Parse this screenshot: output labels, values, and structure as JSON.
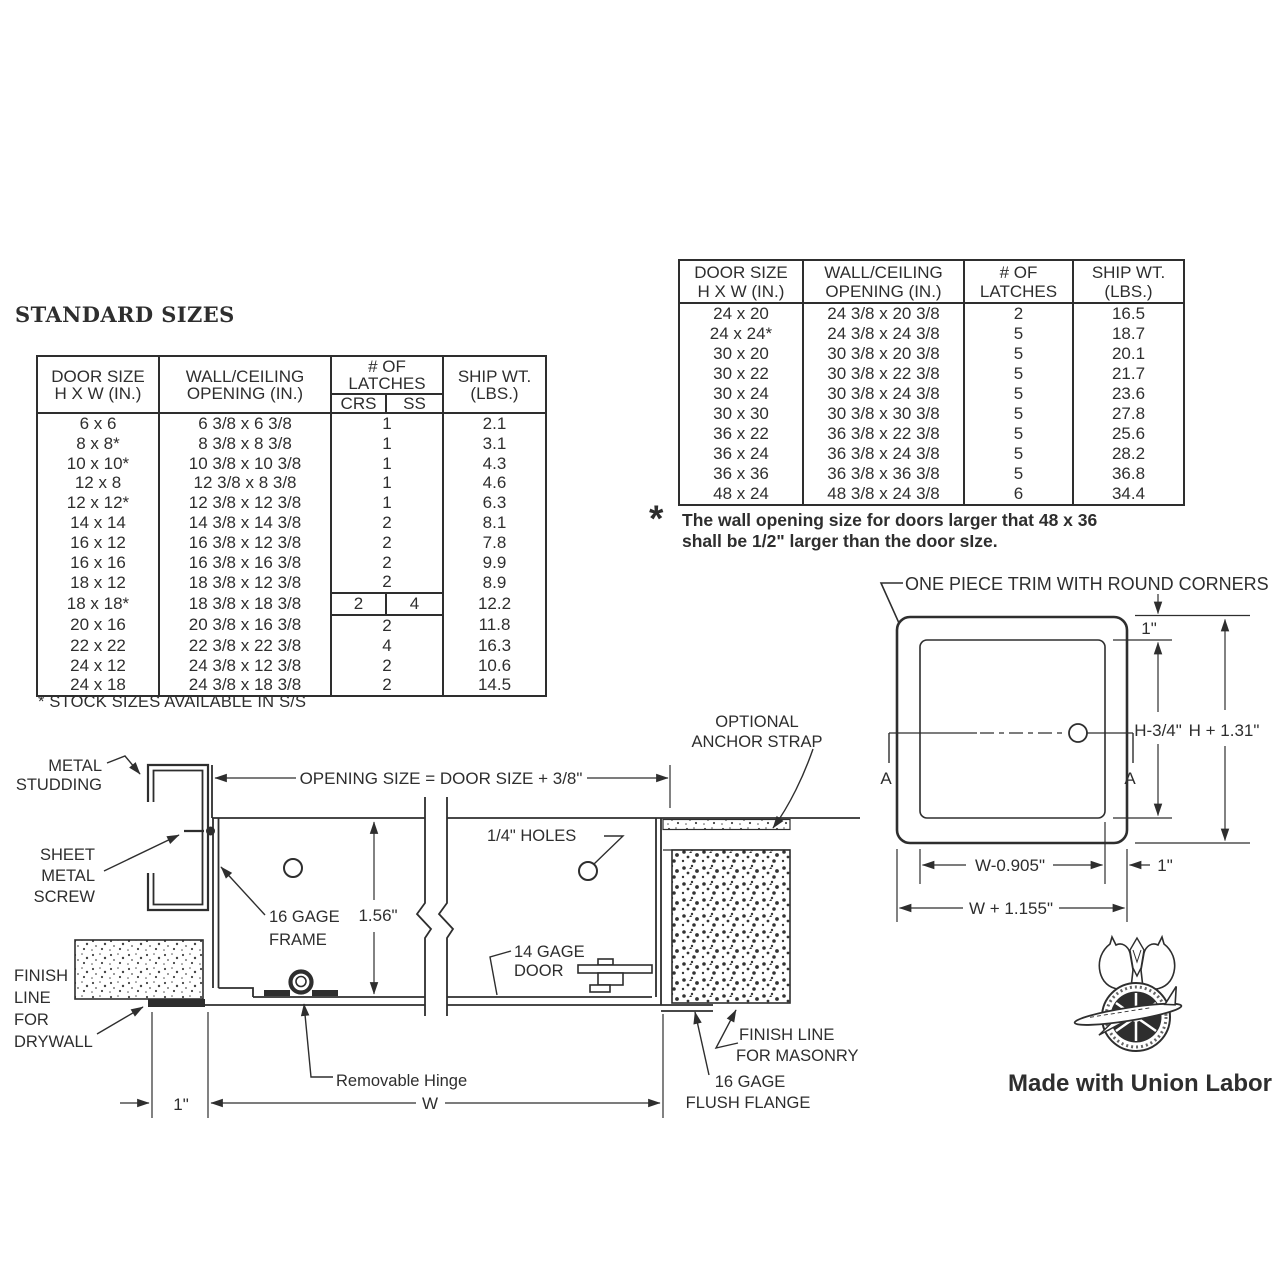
{
  "page": {
    "background": "#ffffff",
    "ink": "#2e2e2e",
    "heading": "STANDARD SIZES"
  },
  "left_table": {
    "header": {
      "door_size": [
        "DOOR SIZE",
        "H X W (IN.)"
      ],
      "opening": [
        "WALL/CEILING",
        "OPENING (IN.)"
      ],
      "latches": [
        "# OF",
        "LATCHES"
      ],
      "latches_sub": [
        "CRS",
        "SS"
      ],
      "ship": [
        "SHIP WT.",
        "(LBS.)"
      ]
    },
    "rows": [
      {
        "size": "6 x 6",
        "opening": "6 3/8 x 6 3/8",
        "latches": "1",
        "ship": "2.1"
      },
      {
        "size": "8 x 8*",
        "opening": "8 3/8 x 8 3/8",
        "latches": "1",
        "ship": "3.1"
      },
      {
        "size": "10 x 10*",
        "opening": "10 3/8 x 10 3/8",
        "latches": "1",
        "ship": "4.3"
      },
      {
        "size": "12 x 8",
        "opening": "12 3/8 x 8 3/8",
        "latches": "1",
        "ship": "4.6"
      },
      {
        "size": "12 x 12*",
        "opening": "12 3/8 x 12 3/8",
        "latches": "1",
        "ship": "6.3"
      },
      {
        "size": "14 x 14",
        "opening": "14 3/8 x 14 3/8",
        "latches": "2",
        "ship": "8.1"
      },
      {
        "size": "16 x 12",
        "opening": "16 3/8 x 12 3/8",
        "latches": "2",
        "ship": "7.8"
      },
      {
        "size": "16 x 16",
        "opening": "16 3/8 x 16 3/8",
        "latches": "2",
        "ship": "9.9"
      },
      {
        "size": "18 x 12",
        "opening": "18 3/8 x 12 3/8",
        "latches": "2",
        "ship": "8.9"
      },
      {
        "size": "18 x 18*",
        "opening": "18 3/8 x 18 3/8",
        "split": true,
        "latches_crs": "2",
        "latches_ss": "4",
        "ship": "12.2"
      },
      {
        "size": "20 x 16",
        "opening": "20 3/8 x 16 3/8",
        "latches": "2",
        "ship": "11.8"
      },
      {
        "size": "22 x 22",
        "opening": "22 3/8 x 22 3/8",
        "latches": "4",
        "ship": "16.3"
      },
      {
        "size": "24 x 12",
        "opening": "24 3/8 x 12 3/8",
        "latches": "2",
        "ship": "10.6"
      },
      {
        "size": "24 x 18",
        "opening": "24 3/8 x 18 3/8",
        "latches": "2",
        "ship": "14.5"
      }
    ],
    "footnote": "* STOCK SIZES AVAILABLE IN S/S"
  },
  "right_table": {
    "header": {
      "door_size": [
        "DOOR SIZE",
        "H X W (IN.)"
      ],
      "opening": [
        "WALL/CEILING",
        "OPENING (IN.)"
      ],
      "latches": [
        "# OF",
        "LATCHES"
      ],
      "ship": [
        "SHIP WT.",
        "(LBS.)"
      ]
    },
    "rows": [
      {
        "size": "24 x 20",
        "opening": "24 3/8 x 20 3/8",
        "latches": "2",
        "ship": "16.5"
      },
      {
        "size": "24 x 24*",
        "opening": "24 3/8 x 24 3/8",
        "latches": "5",
        "ship": "18.7"
      },
      {
        "size": "30 x 20",
        "opening": "30 3/8 x 20 3/8",
        "latches": "5",
        "ship": "20.1"
      },
      {
        "size": "30 x 22",
        "opening": "30 3/8 x 22 3/8",
        "latches": "5",
        "ship": "21.7"
      },
      {
        "size": "30 x 24",
        "opening": "30 3/8 x 24 3/8",
        "latches": "5",
        "ship": "23.6"
      },
      {
        "size": "30 x 30",
        "opening": "30 3/8 x 30 3/8",
        "latches": "5",
        "ship": "27.8"
      },
      {
        "size": "36 x 22",
        "opening": "36 3/8 x 22 3/8",
        "latches": "5",
        "ship": "25.6"
      },
      {
        "size": "36 x 24",
        "opening": "36 3/8 x 24 3/8",
        "latches": "5",
        "ship": "28.2"
      },
      {
        "size": "36 x 36",
        "opening": "36 3/8 x 36 3/8",
        "latches": "5",
        "ship": "36.8"
      },
      {
        "size": "48 x 24",
        "opening": "48 3/8 x 24 3/8",
        "latches": "6",
        "ship": "34.4"
      }
    ],
    "note_star": "*",
    "note_line1": "The wall opening size for doors larger that 48 x 36",
    "note_line2": "shall be 1/2\" larger than the door sIze."
  },
  "cross_section": {
    "opening_dim": "OPENING SIZE = DOOR SIZE + 3/8\"",
    "metal_studding": [
      "METAL",
      "STUDDING"
    ],
    "sheet_metal_screw": [
      "SHEET",
      "METAL",
      "SCREW"
    ],
    "finish_line_drywall": [
      "FINISH",
      "LINE",
      "FOR",
      "DRYWALL"
    ],
    "gage_frame": [
      "16 GAGE",
      "FRAME"
    ],
    "quarter_holes": "1/4\" HOLES",
    "gage_door": [
      "14 GAGE",
      "DOOR"
    ],
    "removable_hinge": "Removable Hinge",
    "optional_anchor_strap": [
      "OPTIONAL",
      "ANCHOR STRAP"
    ],
    "finish_line_masonry": [
      "FINISH LINE",
      "FOR MASONRY"
    ],
    "flush_flange": [
      "16 GAGE",
      "FLUSH FLANGE"
    ],
    "dim_156": "1.56\"",
    "dim_1in": "1\"",
    "dim_w": "W"
  },
  "trim_diagram": {
    "title": "ONE PIECE TRIM WITH ROUND CORNERS",
    "dim_1_top": "1\"",
    "dim_h_minus": "H-3/4\"",
    "dim_h_plus": "H + 1.31\"",
    "dim_w_minus": "W-0.905\"",
    "dim_1_right": "1\"",
    "dim_w_plus": "W + 1.155\"",
    "section_marker": "A"
  },
  "logo": {
    "caption": "Made with Union Labor"
  }
}
